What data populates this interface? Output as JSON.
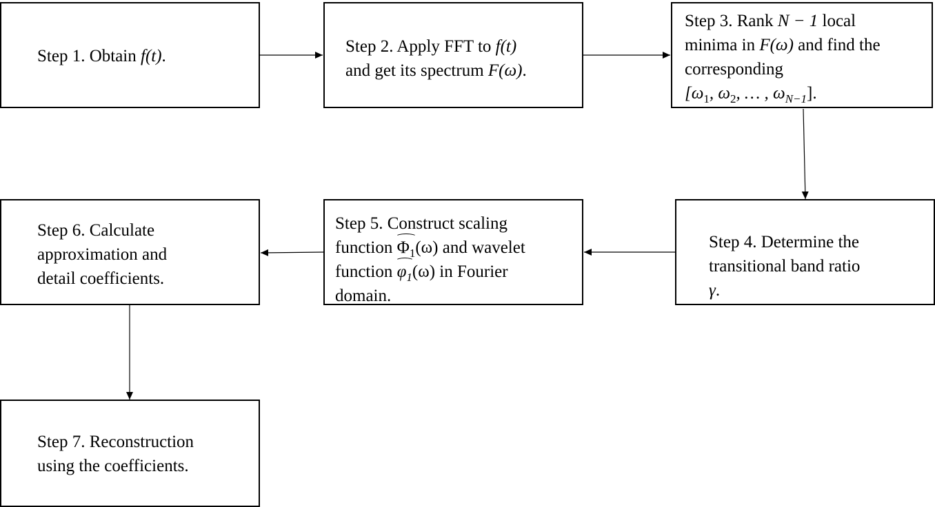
{
  "steps": {
    "s1": {
      "prefix": "Step 1. Obtain ",
      "math": "f(t)",
      "suffix": "."
    },
    "s2": {
      "l1_prefix": "Step 2. Apply FFT to ",
      "l1_math": "f(t)",
      "l2_prefix": "and get its spectrum ",
      "l2_math": "F(ω)",
      "l2_suffix": "."
    },
    "s3": {
      "l1_prefix": "Step 3. Rank ",
      "l1_math": "N − 1",
      "l1_suffix": " local",
      "l2_prefix": "minima in ",
      "l2_math": "F(ω)",
      "l2_suffix": " and find the",
      "l3": "corresponding",
      "l4_open": "[ω",
      "l4_sub1": "1",
      "l4_sep1": ", ω",
      "l4_sub2": "2",
      "l4_sep2": ", … , ω",
      "l4_subN": "N−1",
      "l4_close": "]."
    },
    "s4": {
      "l1": "Step 4. Determine the",
      "l2": "transitional band ratio",
      "l3_math": "γ",
      "l3_suffix": "."
    },
    "s5": {
      "l1": "Step 5. Construct scaling",
      "l2_prefix": "function ",
      "l2_sym": "Φ",
      "l2_sub": "1",
      "l2_arg": "(ω)",
      "l2_suffix": " and wavelet",
      "l3_prefix": "function ",
      "l3_sym": "φ",
      "l3_sub": "1",
      "l3_arg": "(ω)",
      "l3_suffix": " in Fourier",
      "l4": "domain."
    },
    "s6": {
      "l1": "Step 6. Calculate",
      "l2": "approximation and",
      "l3": "detail coefficients."
    },
    "s7": {
      "l1": "Step 7. Reconstruction",
      "l2": "using the coefficients."
    }
  }
}
